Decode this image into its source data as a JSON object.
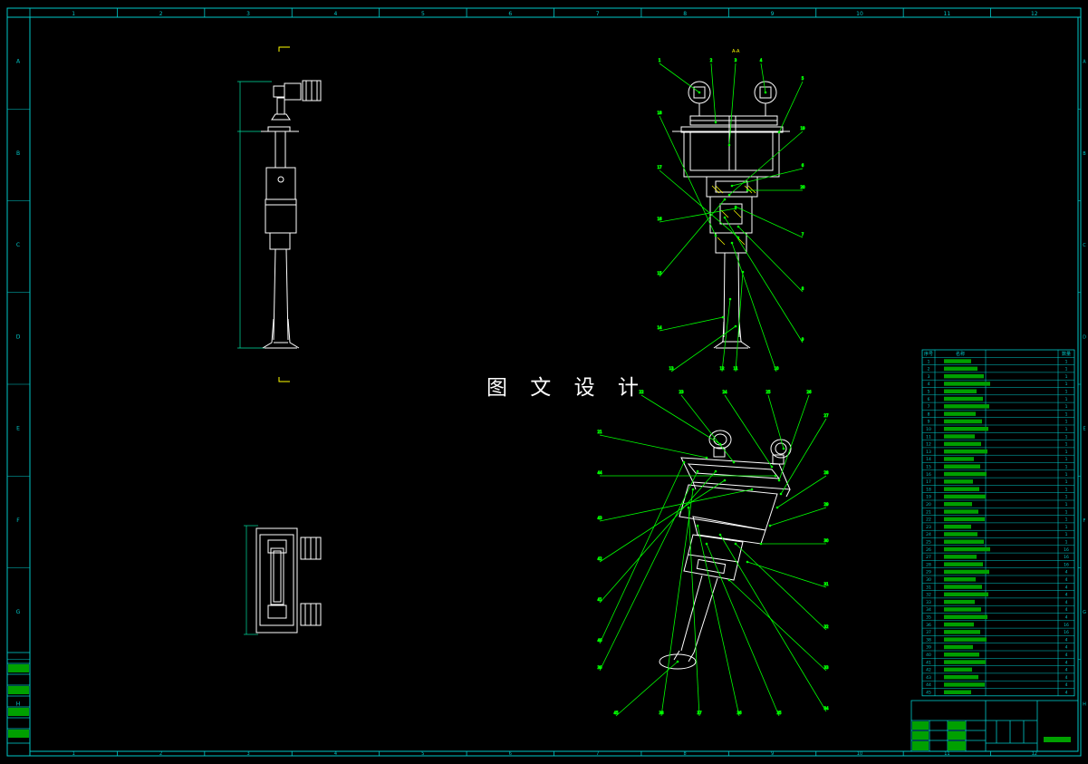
{
  "watermark": "图 文 设 计",
  "colors": {
    "background": "#000000",
    "frame": "#00c8c8",
    "part": "#ffffff",
    "leader": "#00ff00",
    "dimension": "#00e0a0",
    "section_mark": "#ffff00",
    "title_block_fill": "#00a000"
  },
  "border_zones": {
    "top": [
      "1",
      "2",
      "3",
      "4",
      "5",
      "6",
      "7",
      "8",
      "9",
      "10",
      "11",
      "12"
    ],
    "left": [
      "A",
      "B",
      "C",
      "D",
      "E",
      "F",
      "G",
      "H"
    ]
  },
  "section_label": "A-A",
  "parts_list": {
    "headers": [
      "序号",
      "名称",
      "数量"
    ],
    "rows": [
      {
        "no": "1",
        "qty": "1"
      },
      {
        "no": "2",
        "qty": "1"
      },
      {
        "no": "3",
        "qty": "1"
      },
      {
        "no": "4",
        "qty": "1"
      },
      {
        "no": "5",
        "qty": "1"
      },
      {
        "no": "6",
        "qty": "1"
      },
      {
        "no": "7",
        "qty": "1"
      },
      {
        "no": "8",
        "qty": "1"
      },
      {
        "no": "9",
        "qty": "1"
      },
      {
        "no": "10",
        "qty": "1"
      },
      {
        "no": "11",
        "qty": "1"
      },
      {
        "no": "12",
        "qty": "1"
      },
      {
        "no": "13",
        "qty": "1"
      },
      {
        "no": "14",
        "qty": "1"
      },
      {
        "no": "15",
        "qty": "1"
      },
      {
        "no": "16",
        "qty": "1"
      },
      {
        "no": "17",
        "qty": "1"
      },
      {
        "no": "18",
        "qty": "1"
      },
      {
        "no": "19",
        "qty": "1"
      },
      {
        "no": "20",
        "qty": "1"
      },
      {
        "no": "21",
        "qty": "1"
      },
      {
        "no": "22",
        "qty": "1"
      },
      {
        "no": "23",
        "qty": "1"
      },
      {
        "no": "24",
        "qty": "1"
      },
      {
        "no": "25",
        "qty": "1"
      },
      {
        "no": "26",
        "qty": "16"
      },
      {
        "no": "27",
        "qty": "16"
      },
      {
        "no": "28",
        "qty": "16"
      },
      {
        "no": "29",
        "qty": "4"
      },
      {
        "no": "30",
        "qty": "4"
      },
      {
        "no": "31",
        "qty": "4"
      },
      {
        "no": "32",
        "qty": "4"
      },
      {
        "no": "33",
        "qty": "4"
      },
      {
        "no": "34",
        "qty": "4"
      },
      {
        "no": "35",
        "qty": "4"
      },
      {
        "no": "36",
        "qty": "16"
      },
      {
        "no": "37",
        "qty": "16"
      },
      {
        "no": "38",
        "qty": "4"
      },
      {
        "no": "39",
        "qty": "4"
      },
      {
        "no": "40",
        "qty": "4"
      },
      {
        "no": "41",
        "qty": "4"
      },
      {
        "no": "42",
        "qty": "4"
      },
      {
        "no": "43",
        "qty": "4"
      },
      {
        "no": "44",
        "qty": "4"
      },
      {
        "no": "45",
        "qty": "4"
      }
    ]
  },
  "balloons_section": [
    "1",
    "2",
    "3",
    "4",
    "5",
    "6",
    "7",
    "8",
    "9",
    "10",
    "11",
    "12",
    "13",
    "14",
    "15",
    "16",
    "17",
    "18",
    "19",
    "20"
  ],
  "balloons_iso": [
    "21",
    "22",
    "23",
    "24",
    "25",
    "26",
    "27",
    "28",
    "29",
    "30",
    "31",
    "32",
    "33",
    "34",
    "35",
    "36",
    "37",
    "38",
    "39",
    "40",
    "41",
    "42",
    "43",
    "44",
    "45"
  ]
}
